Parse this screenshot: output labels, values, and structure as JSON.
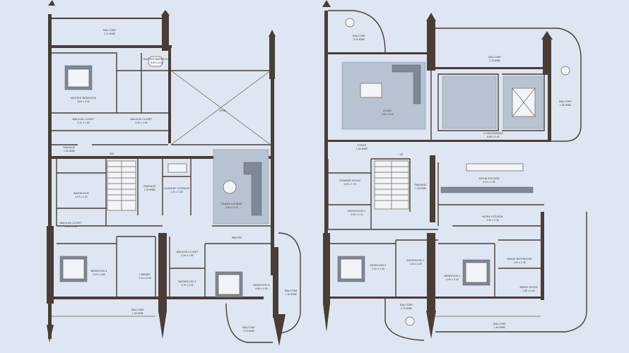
{
  "left_floor": {
    "rooms": [
      {
        "id": "balcony_top",
        "name": "BALCONY",
        "dim": "3.70 WIDE"
      },
      {
        "id": "master_bath",
        "name": "MASTER BATHROOM",
        "dim": "4.05 x 4.30"
      },
      {
        "id": "master_bed",
        "name": "MASTER BEDROOM",
        "dim": "4.05 x 4.30"
      },
      {
        "id": "walkin1",
        "name": "WALK-IN CLOSET",
        "dim": "3.10 x 1.60"
      },
      {
        "id": "walkin2",
        "name": "WALK-IN CLOSET",
        "dim": "3.30 x 1.60"
      },
      {
        "id": "void",
        "name": "VOID",
        "dim": ""
      },
      {
        "id": "passage1",
        "name": "PASSAGE",
        "dim": "1.50 WIDE"
      },
      {
        "id": "bathroom1",
        "name": "BATHROOM",
        "dim": "3.05 x 2.05"
      },
      {
        "id": "passage2",
        "name": "PASSAGE",
        "dim": "1.40 WIDE"
      },
      {
        "id": "laundry",
        "name": "LAUNDRY STORAGE",
        "dim": "1.45 x 3.30"
      },
      {
        "id": "family",
        "name": "FAMILY LOUNGE",
        "dim": "5.40 x 4.70"
      },
      {
        "id": "walkin3",
        "name": "WALK-IN CLOSET",
        "dim": "3.50 x 2.00"
      },
      {
        "id": "bedroom4",
        "name": "BEDROOM 4",
        "dim": "5.05 x 3.60"
      },
      {
        "id": "library",
        "name": "LIBRARY",
        "dim": "3.10 x 4.50"
      },
      {
        "id": "walkin4",
        "name": "WALK-IN CLOSET",
        "dim": "2.30 x 1.80"
      },
      {
        "id": "bathroom3",
        "name": "BATHROOM 3",
        "dim": "2.70 x 2.30"
      },
      {
        "id": "bedroom3",
        "name": "BEDROOM 3",
        "dim": "4.60 x 3.90"
      },
      {
        "id": "balcony_bottom",
        "name": "BALCONY",
        "dim": "1.60 WIDE"
      },
      {
        "id": "balcony_right",
        "name": "BALCONY",
        "dim": "1.60 WIDE"
      },
      {
        "id": "balcony_br",
        "name": "BALCONY",
        "dim": "3.70 WIDE"
      }
    ],
    "marks": {
      "dn": "DN",
      "pantry": "PANTRY"
    }
  },
  "right_floor": {
    "rooms": [
      {
        "id": "r_balcony_top",
        "name": "BALCONY",
        "dim": "3.50 WIDE"
      },
      {
        "id": "r_balcony_top2",
        "name": "BALCONY",
        "dim": "3.70 WIDE"
      },
      {
        "id": "r_balcony_right",
        "name": "BALCONY",
        "dim": "1.60 WIDE"
      },
      {
        "id": "r_living",
        "name": "LIVING",
        "dim": "7.60 x 5.40"
      },
      {
        "id": "r_dining",
        "name": "LIVING/DINING",
        "dim": "8.80 x 5.05"
      },
      {
        "id": "r_foyer",
        "name": "FOYER",
        "dim": "1.60 WIDE"
      },
      {
        "id": "r_powder",
        "name": "POWDER ROOM",
        "dim": "2.00 x 1.70"
      },
      {
        "id": "r_show_kitchen",
        "name": "SHOW KITCHEN",
        "dim": "4.50 x 2.95"
      },
      {
        "id": "r_passage",
        "name": "PASSAGE",
        "dim": "1.30 WIDE"
      },
      {
        "id": "r_bathroom2",
        "name": "BATHROOM 2",
        "dim": "3.00 x 2.10"
      },
      {
        "id": "r_work_kitchen",
        "name": "WORK KITCHEN",
        "dim": "3.50 x 2.30"
      },
      {
        "id": "r_bedroom2",
        "name": "BEDROOM 2",
        "dim": "4.20 x 4.30"
      },
      {
        "id": "r_bathroom1",
        "name": "BATHROOM 1",
        "dim": "2.50 x 2.00"
      },
      {
        "id": "r_bedroom1",
        "name": "BEDROOM 1",
        "dim": "4.40 x 4.50"
      },
      {
        "id": "r_maids_bath",
        "name": "MAIDS BATHROOM",
        "dim": "1.90 x 1.30"
      },
      {
        "id": "r_maids_room",
        "name": "MAIDS ROOM",
        "dim": "2.80 x 2.40"
      },
      {
        "id": "r_balcony_b1",
        "name": "BALCONY",
        "dim": "3.70 WIDE"
      },
      {
        "id": "r_balcony_b2",
        "name": "BALCONY",
        "dim": "1.60 WIDE"
      }
    ],
    "marks": {
      "up": "UP"
    }
  }
}
